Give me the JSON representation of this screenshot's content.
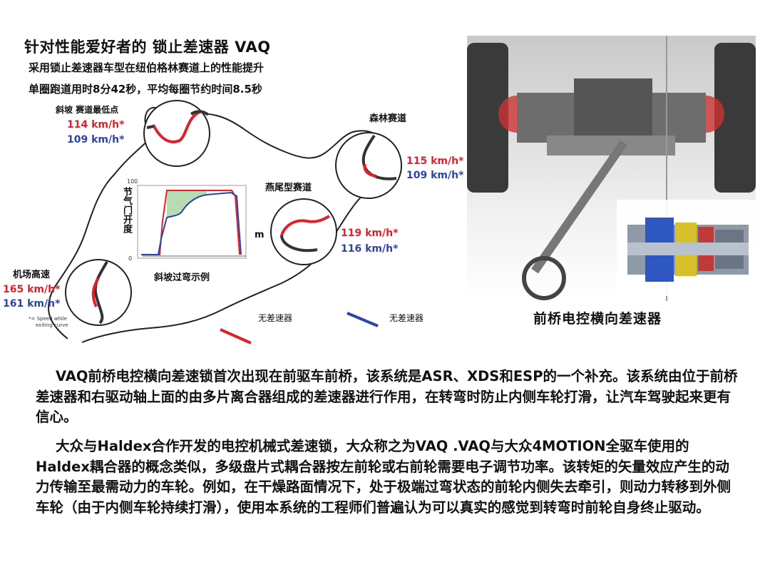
{
  "header": {
    "title": "针对性能爱好者的 锁止差速器  VAQ",
    "line1": "采用锁止差速器车型在纽伯格林赛道上的性能提升",
    "line2": "单圈跑道用时8分42秒，平均每圈节约时间8.5秒"
  },
  "track": {
    "corner1": {
      "label": "斜坡 赛道最低点",
      "red": "114 km/h*",
      "blue": "109 km/h*"
    },
    "corner2": {
      "label": "森林赛道",
      "red": "115 km/h*",
      "blue": "109 km/h*"
    },
    "corner3": {
      "label": "燕尾型赛道",
      "red": "119 km/h*",
      "blue": "116 km/h*"
    },
    "corner4": {
      "label": "机场高速",
      "red": "165 km/h*",
      "blue": "161 km/h*"
    },
    "footnote_line1": "*= Speed while",
    "footnote_line2": "exiting curve",
    "inset_ylabel": "节气门开度",
    "inset_m": "m",
    "inset_caption": "斜坡过弯示例",
    "inset_tick_top": "100",
    "inset_tick_bottom": "0",
    "legend_red": "无差速器",
    "legend_blue": "无差速器"
  },
  "photo": {
    "caption": "前桥电控横向差速器"
  },
  "body": {
    "para1": "VAQ前桥电控横向差速锁首次出现在前驱车前桥，该系统是ASR、XDS和ESP的一个补充。该系统由位于前桥差速器和右驱动轴上面的由多片离合器组成的差速器进行作用，在转弯时防止内侧车轮打滑，让汽车驾驶起来更有信心。",
    "para2": "大众与Haldex合作开发的电控机械式差速锁，大众称之为VAQ .VAQ与大众4MOTION全驱车使用的Haldex耦合器的概念类似，多级盘片式耦合器按左前轮或右前轮需要电子调节功率。该转矩的矢量效应产生的动力传输至最需动力的车轮。例如，在干燥路面情况下，处于极端过弯状态的前轮内侧失去牵引，则动力转移到外侧车轮（由于内侧车轮持续打滑），使用本系统的工程师们普遍认为可以真实的感觉到转弯时前轮自身终止驱动。"
  },
  "colors": {
    "red": "#e0202a",
    "blue": "#2d43a8"
  }
}
